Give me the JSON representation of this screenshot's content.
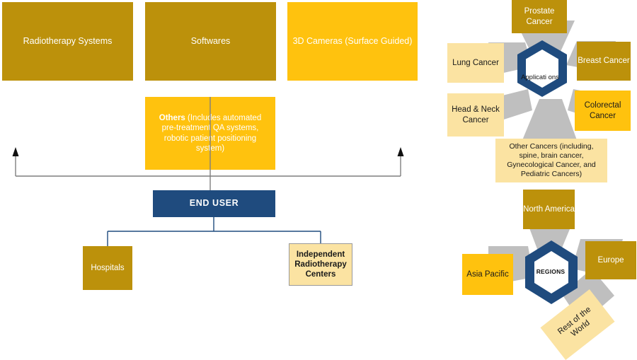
{
  "segmentation": {
    "boxes": [
      {
        "id": "radiotherapy",
        "label": "Radiotherapy Systems",
        "color": "#BC910B"
      },
      {
        "id": "softwares",
        "label": "Softwares",
        "color": "#BC910B"
      },
      {
        "id": "cameras",
        "label": "3D Cameras (Surface Guided)",
        "color": "#FFC20E"
      }
    ],
    "others": {
      "bold_label": "Others",
      "rest_label": " (Includes automated pre-treatment QA systems, robotic patient positioning system)",
      "color": "#FFC20E"
    }
  },
  "end_user": {
    "title": "END  USER",
    "color": "#1F4B7E",
    "children": [
      {
        "id": "hospitals",
        "label": "Hospitals",
        "color": "#BC910B"
      },
      {
        "id": "independent-radiotherapy-centers",
        "label": "Independent Radiotherapy Centers",
        "color": "#FBE3A2"
      }
    ]
  },
  "applications": {
    "hub_label": "Applicati ons",
    "hub_color": "#1F4B7E",
    "connector_color": "#BFBFBF",
    "nodes": [
      {
        "id": "prostate",
        "label": "Prostate Cancer",
        "color": "#BC910B",
        "position": "top"
      },
      {
        "id": "breast",
        "label": "Breast Cancer",
        "color": "#BC910B",
        "position": "top-right"
      },
      {
        "id": "colorectal",
        "label": "Colorectal Cancer",
        "color": "#FFC20E",
        "position": "bottom-right"
      },
      {
        "id": "other-cancers",
        "label": "Other Cancers (including, spine, brain cancer, Gynecological Cancer, and Pediatric Cancers)",
        "color": "#FBE3A2",
        "position": "bottom"
      },
      {
        "id": "head-neck",
        "label": "Head & Neck Cancer",
        "color": "#FBE3A2",
        "position": "bottom-left"
      },
      {
        "id": "lung",
        "label": "Lung Cancer",
        "color": "#FBE3A2",
        "position": "top-left"
      }
    ]
  },
  "regions": {
    "hub_label": "REGIONS",
    "hub_color": "#1F4B7E",
    "connector_color": "#BFBFBF",
    "nodes": [
      {
        "id": "north-america",
        "label": "North America",
        "color": "#BC910B",
        "position": "top"
      },
      {
        "id": "europe",
        "label": "Europe",
        "color": "#BC910B",
        "position": "right"
      },
      {
        "id": "rest-of-the-world",
        "label": "Rest of the World",
        "color": "#FBE3A2",
        "position": "bottom-right"
      },
      {
        "id": "asia-pacific",
        "label": "Asia Pacific",
        "color": "#FFC20E",
        "position": "left"
      }
    ]
  },
  "connectors": {
    "line_color": "#7F7F7F",
    "tree_color": "#1F4B7E"
  }
}
